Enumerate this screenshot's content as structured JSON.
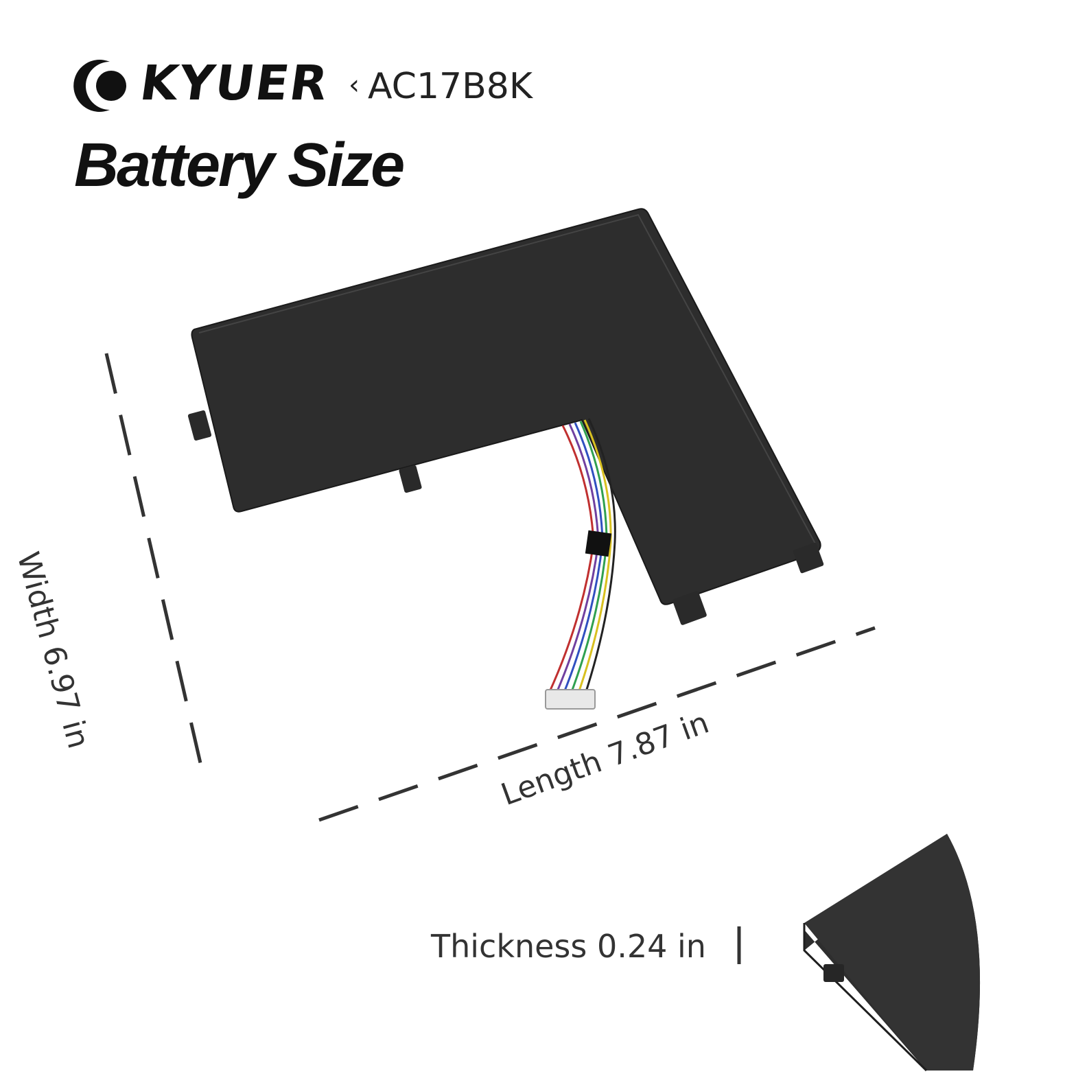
{
  "brand": {
    "name": "KYUER",
    "separator": "‹",
    "model": "AC17B8K"
  },
  "title": "Battery Size",
  "dimensions": {
    "width": "Width  6.97 in",
    "length": "Length  7.87 in",
    "thickness": "Thickness  0.24 in"
  },
  "colors": {
    "battery": "#2b2b2b",
    "text": "#333333"
  }
}
